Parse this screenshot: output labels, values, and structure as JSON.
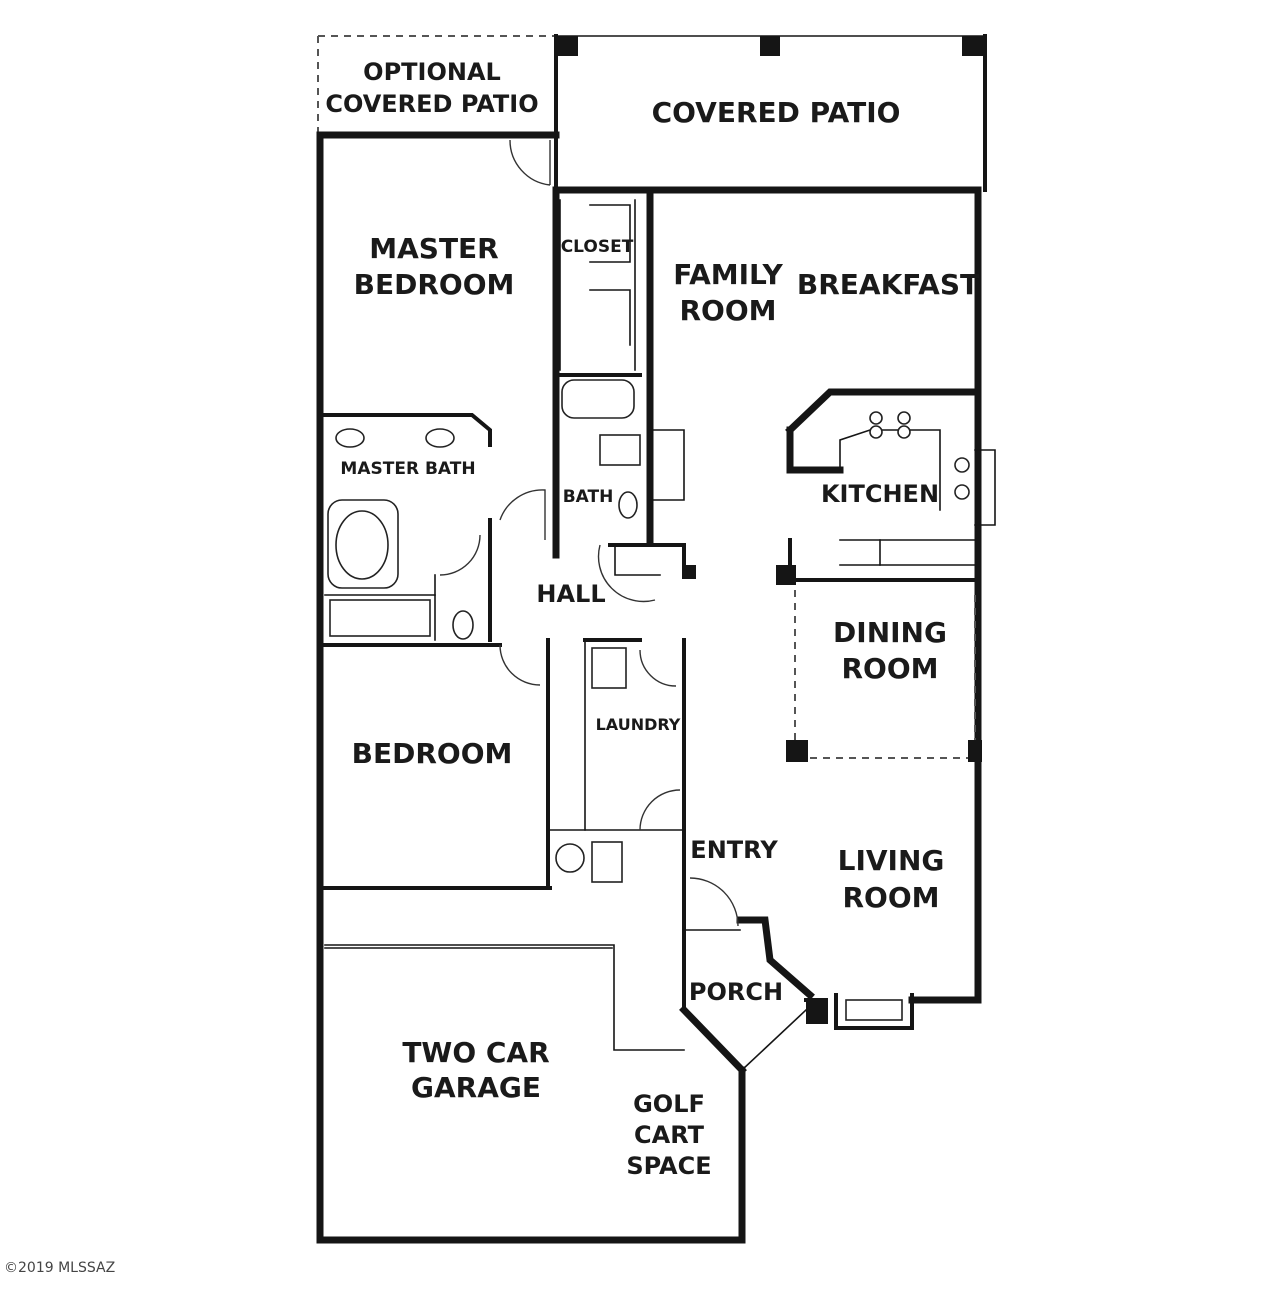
{
  "rooms": {
    "optional_patio": [
      "OPTIONAL",
      "COVERED PATIO"
    ],
    "covered_patio": "COVERED PATIO",
    "master_bedroom": [
      "MASTER",
      "BEDROOM"
    ],
    "closet": "CLOSET",
    "family_room": [
      "FAMILY",
      "ROOM"
    ],
    "breakfast": "BREAKFAST",
    "master_bath": "MASTER BATH",
    "bath": "BATH",
    "kitchen": "KITCHEN",
    "hall": "HALL",
    "dining_room": [
      "DINING",
      "ROOM"
    ],
    "laundry": "LAUNDRY",
    "bedroom": "BEDROOM",
    "entry": "ENTRY",
    "living_room": [
      "LIVING",
      "ROOM"
    ],
    "porch": "PORCH",
    "garage": [
      "TWO CAR",
      "GARAGE"
    ],
    "golf_cart": [
      "GOLF",
      "CART",
      "SPACE"
    ]
  },
  "copyright": "©2019 MLSSAZ"
}
